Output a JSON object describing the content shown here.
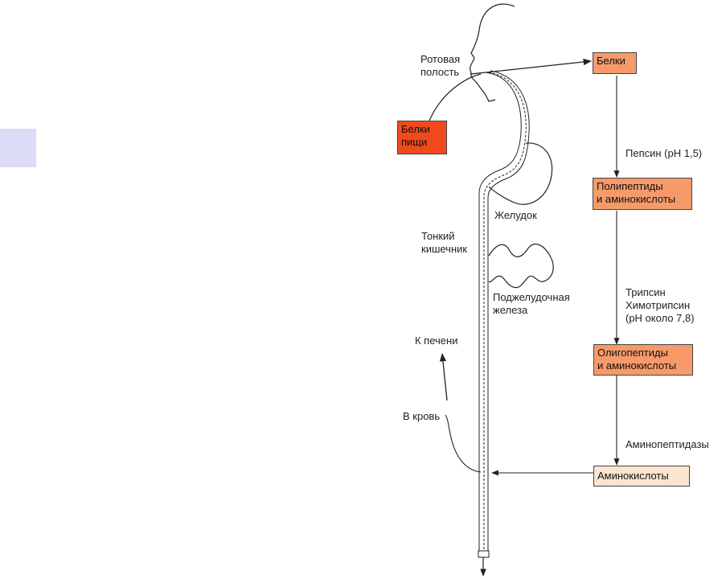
{
  "colors": {
    "accent_square": "#dcdcf6",
    "box_dark": "#f04a1c",
    "box_medium": "#f79a6a",
    "box_light": "#fbe4d0",
    "line": "#333333"
  },
  "labels": {
    "oral_cavity": "Ротовая\nполость",
    "stomach": "Желудок",
    "small_intestine": "Тонкий\nкишечник",
    "pancreas": "Поджелудочная\nжелеза",
    "to_liver": "К печени",
    "to_blood": "В кровь"
  },
  "boxes": {
    "food_proteins": "Белки\nпищи",
    "proteins": "Белки",
    "polypeptides": "Полипептиды\nи аминокислоты",
    "oligopeptides": "Олигопептиды\nи аминокислоты",
    "amino_acids": "Аминокислоты"
  },
  "enzymes": {
    "pepsin": "Пепсин (pH 1,5)",
    "trypsin": "Трипсин\nХимотрипсин\n(pH около 7,8)",
    "aminopeptidases": "Аминопептидазы"
  }
}
